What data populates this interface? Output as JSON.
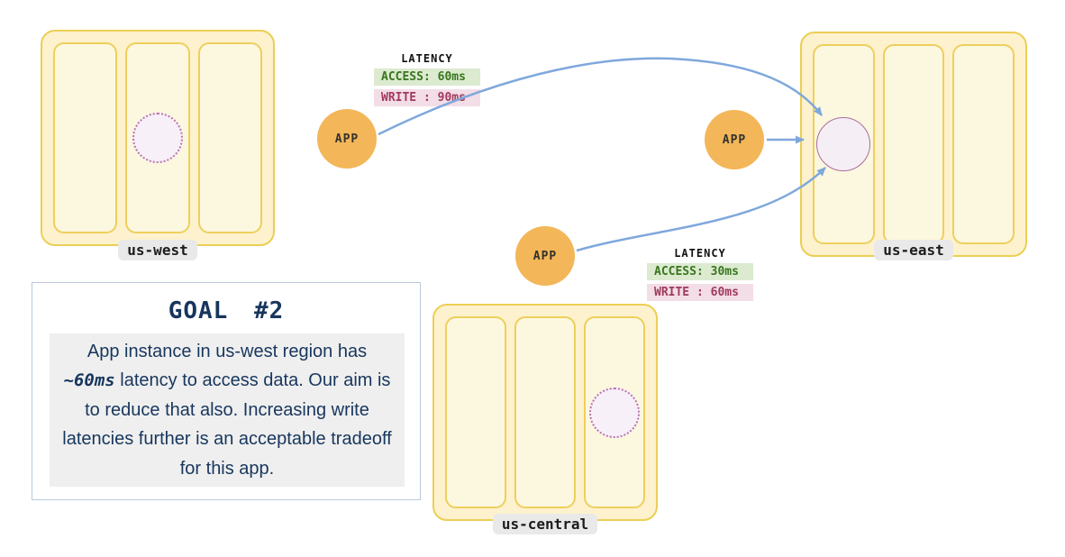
{
  "regions": {
    "us_west": {
      "label": "us-west"
    },
    "us_east": {
      "label": "us-east"
    },
    "us_central": {
      "label": "us-central"
    }
  },
  "app_label": "APP",
  "latency_west": {
    "title": "LATENCY",
    "access": "ACCESS: 60ms",
    "write": "WRITE : 90ms"
  },
  "latency_central": {
    "title": "LATENCY",
    "access": "ACCESS: 30ms",
    "write": "WRITE : 60ms"
  },
  "goal": {
    "title": "GOAL #2",
    "body_pre": "App instance in us-west region has ",
    "body_mono": "~60ms",
    "body_post": " latency to access data. Our aim is to reduce that also. Increasing write latencies further is an acceptable tradeoff for this app."
  },
  "colors": {
    "region_fill": "#fdf2cd",
    "region_border": "#ecce55",
    "app_fill": "#f3b659",
    "arrow": "#7fa8dc",
    "access_bg": "#dcead0",
    "access_text": "#38761d",
    "write_bg": "#f3dde6",
    "write_text": "#a03a5d",
    "circle_border": "#b874ae",
    "goal_text": "#17365d"
  }
}
